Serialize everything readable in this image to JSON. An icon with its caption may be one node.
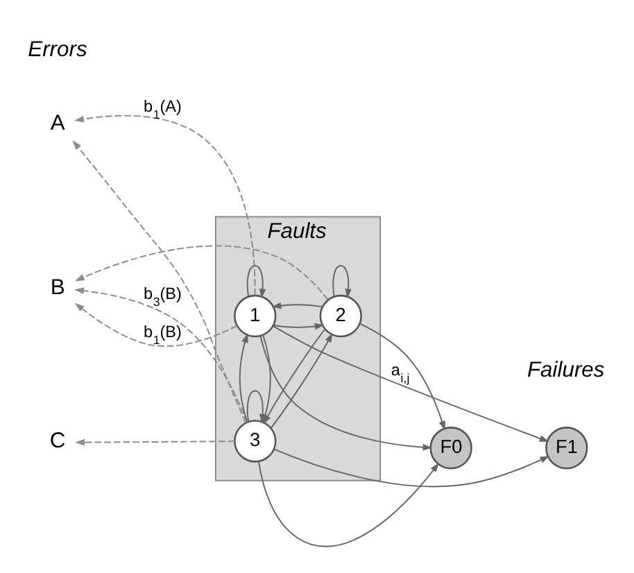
{
  "diagram": {
    "nodes": [
      {
        "text": [
          "Faults"
        ]
      },
      {
        "text": [
          "1"
        ],
        "in": 0
      },
      {
        "text": [
          "2"
        ],
        "in": 0
      },
      {
        "text": [
          "3"
        ],
        "in": 0
      },
      {
        "text": [
          "A"
        ]
      },
      {
        "text": [
          "B"
        ]
      },
      {
        "text": [
          "C"
        ]
      },
      {
        "text": [
          "F0"
        ]
      },
      {
        "text": [
          "F1"
        ]
      }
    ],
    "edges": [
      {
        "from": 1,
        "to": 1,
        "arrow": "to"
      },
      {
        "from": 1,
        "to": 2,
        "arrow": "to"
      },
      {
        "from": 2,
        "to": 1,
        "arrow": "to"
      },
      {
        "from": 1,
        "to": 3,
        "arrow": "to"
      },
      {
        "from": 3,
        "to": 1,
        "arrow": "to"
      },
      {
        "from": 2,
        "to": 2,
        "arrow": "to"
      },
      {
        "from": 2,
        "to": 3,
        "arrow": "to"
      },
      {
        "from": 3,
        "to": 2,
        "arrow": "to"
      },
      {
        "from": 3,
        "to": 3,
        "arrow": "to"
      },
      {
        "from": 1,
        "to": 7,
        "arrow": "to"
      },
      {
        "from": 1,
        "to": 8,
        "arrow": "to",
        "label": "a$_{i,j}$"
      },
      {
        "from": 2,
        "to": 7,
        "arrow": "to"
      },
      {
        "from": 3,
        "to": 7,
        "arrow": "to"
      },
      {
        "from": 3,
        "to": 8,
        "arrow": "to"
      },
      {
        "from": 1,
        "to": 4,
        "arrow": "to",
        "style": "dashed",
        "label": "b$_{1}$(A)"
      },
      {
        "from": 1,
        "to": 5,
        "arrow": "to",
        "style": "dashed",
        "label": "b$_{1}$(B)"
      },
      {
        "from": 2,
        "to": 5,
        "arrow": "to",
        "style": "dashed"
      },
      {
        "from": 3,
        "to": 4,
        "arrow": "to",
        "style": "dashed"
      },
      {
        "from": 3,
        "to": 5,
        "arrow": "to",
        "style": "dashed",
        "label": "b$_{3}$(B)"
      },
      {
        "from": 3,
        "to": 6,
        "arrow": "to",
        "style": "dashed"
      }
    ],
    "labels": [
      "Errors",
      "Failures"
    ]
  }
}
